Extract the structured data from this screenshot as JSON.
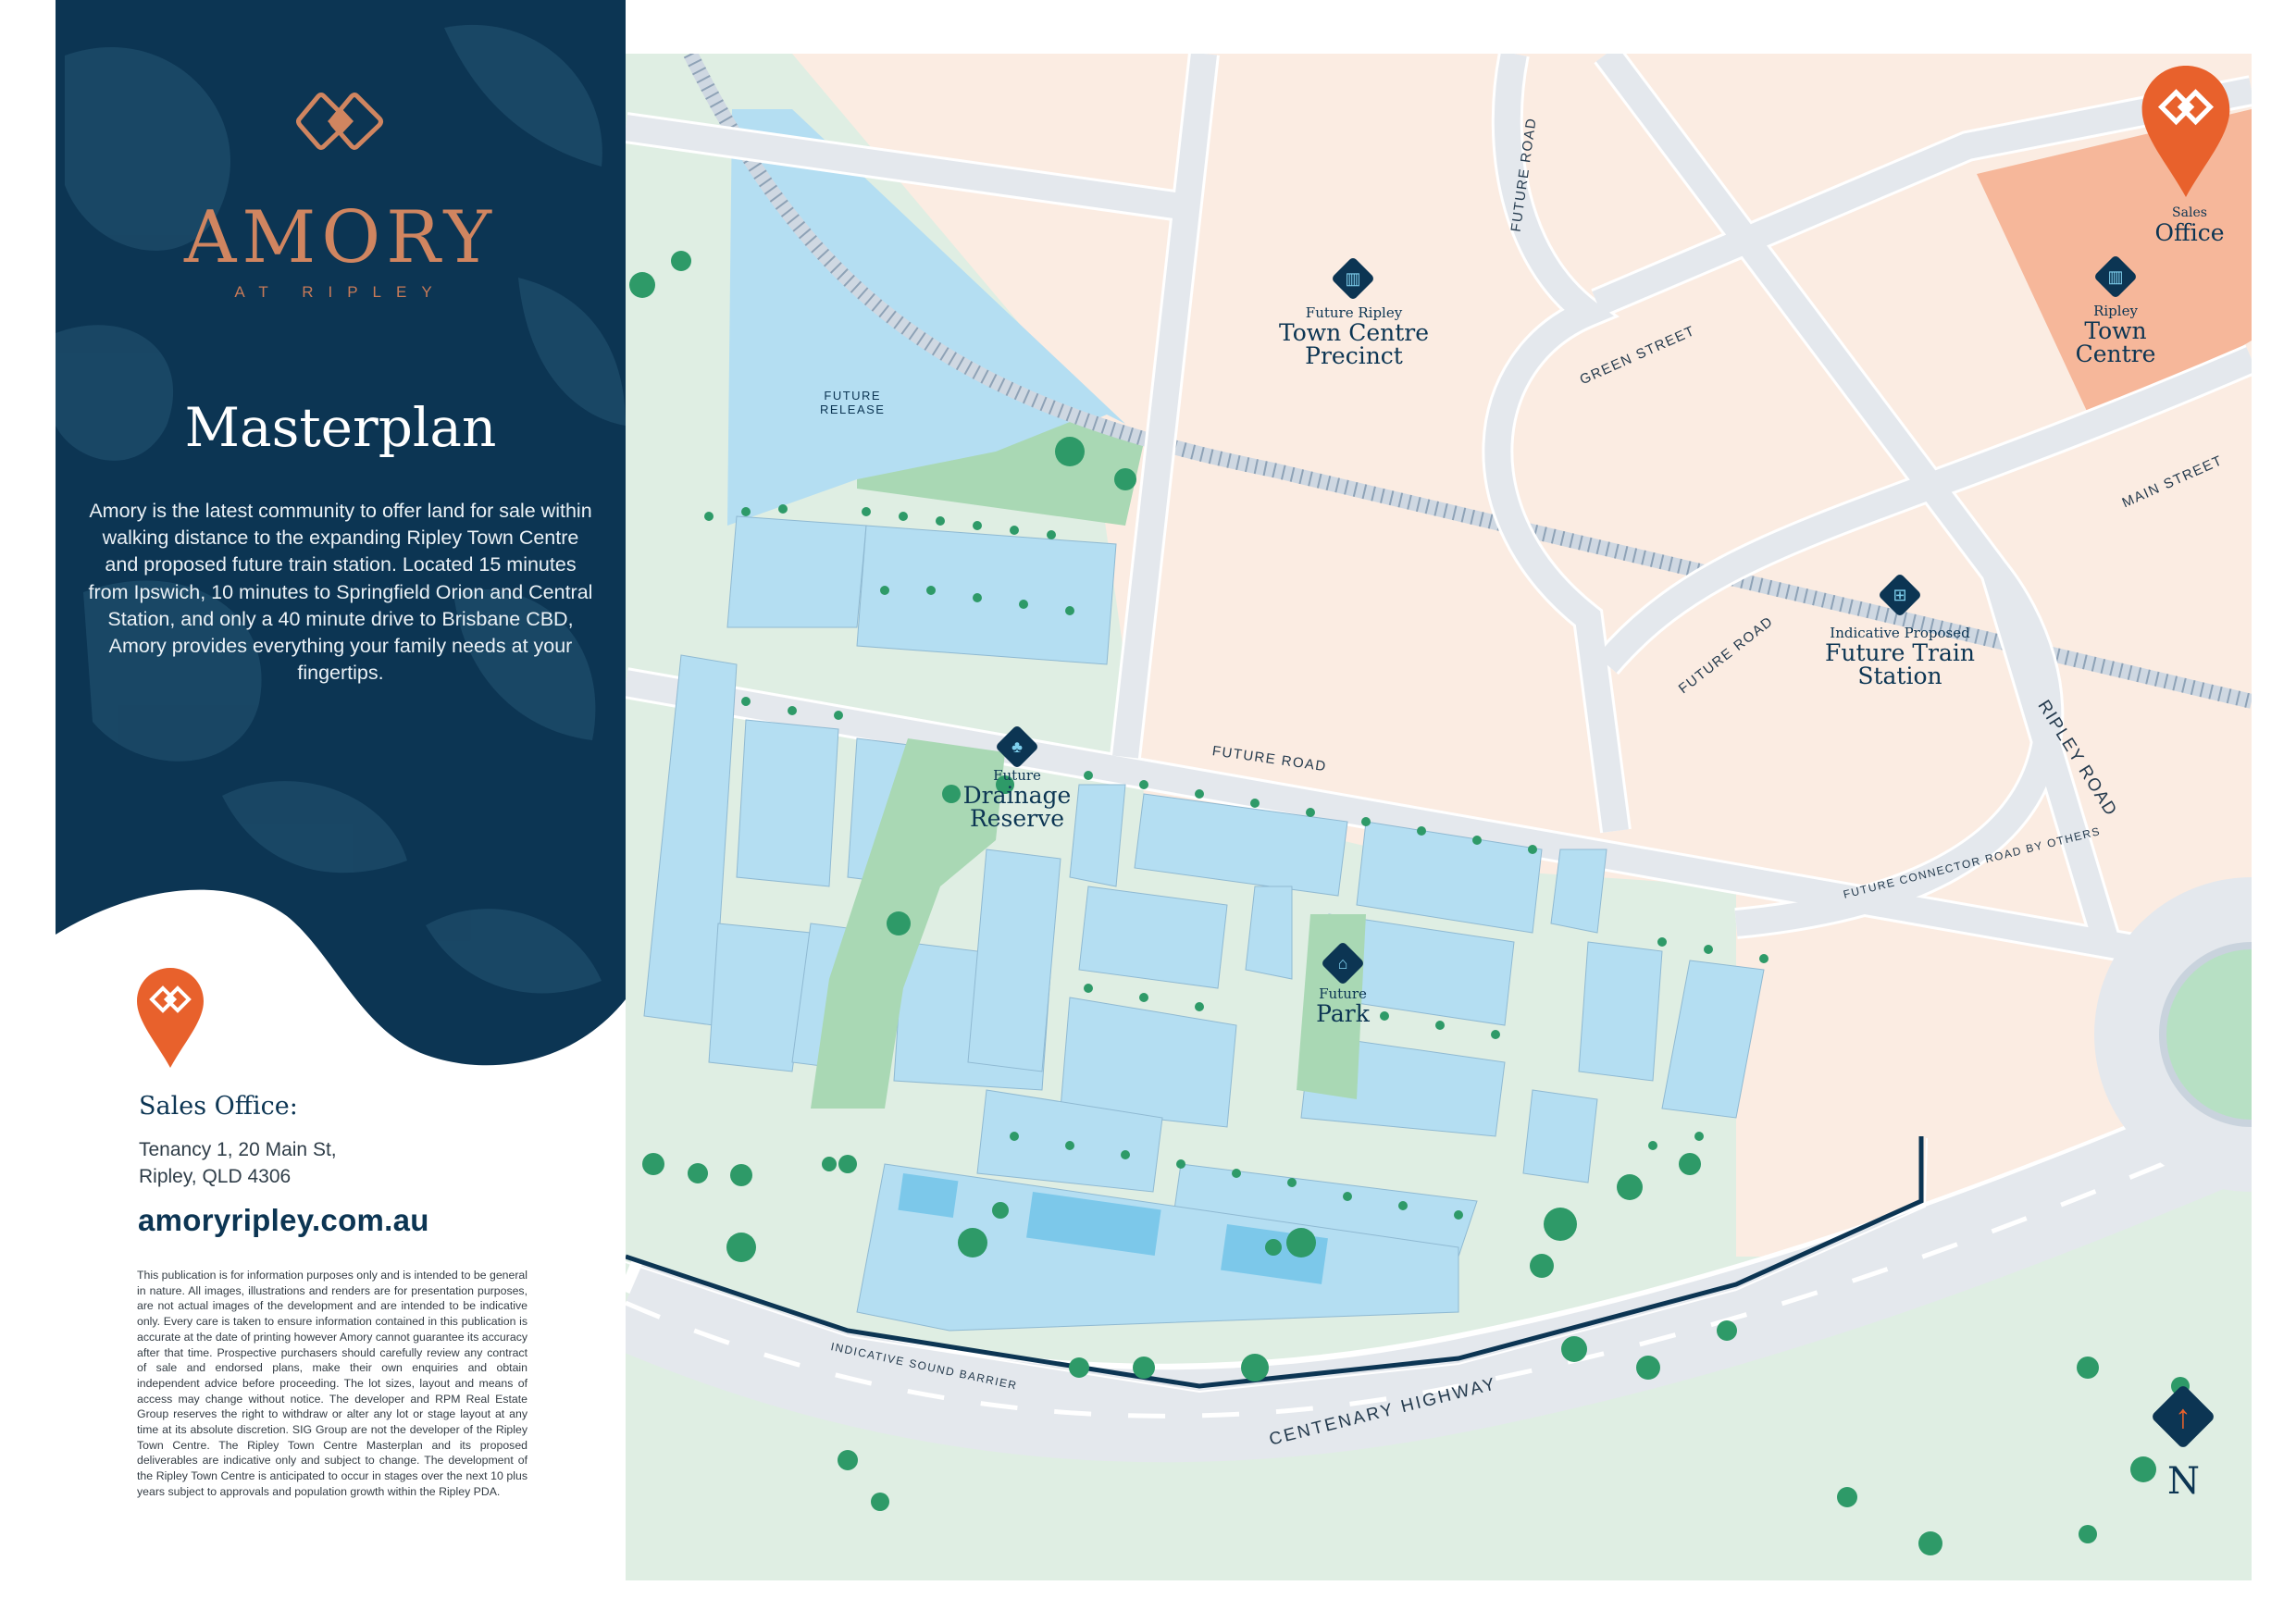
{
  "brand": {
    "name": "AMORY",
    "subtitle": "AT RIPLEY",
    "accent_color": "#d08560",
    "panel_color": "#0c3553",
    "pin_color": "#e8612c"
  },
  "page": {
    "title": "Masterplan",
    "intro": "Amory is the latest community to offer land for sale within walking distance to the expanding Ripley Town Centre and proposed future train station. Located 15 minutes from Ipswich, 10 minutes to Springfield Orion and Central Station, and only a 40 minute drive to Brisbane CBD, Amory provides everything your family needs at your fingertips."
  },
  "sales_office": {
    "heading": "Sales Office:",
    "address_line1": "Tenancy 1, 20 Main St,",
    "address_line2": "Ripley, QLD 4306",
    "website": "amoryripley.com.au"
  },
  "disclaimer": "This publication is for information purposes only and is intended to be general in nature. All images, illustrations and renders are for presentation purposes, are not actual images of the development and are intended to be indicative only. Every care is taken to ensure information contained in this publication is accurate at the date of printing however Amory cannot guarantee its accuracy after that time. Prospective purchasers should carefully review any contract of sale and endorsed plans, make their own enquiries and obtain independent advice before proceeding. The lot sizes, layout and means of access may change without notice. The developer and RPM Real Estate Group reserves the right to withdraw or alter any lot or stage layout at any time at its absolute discretion. SIG Group are not the developer of the Ripley Town Centre. The Ripley Town Centre Masterplan and its proposed deliverables are indicative only and subject to change. The development of the Ripley Town Centre is anticipated to occur in stages over the next 10 plus years subject to approvals and population growth within the Ripley PDA.",
  "map": {
    "colors": {
      "lots": "#b4def2",
      "lots_dark": "#7cc8ea",
      "town_centre_land": "#fbece2",
      "ripley_town_centre": "#f6b79a",
      "parkland": "#dff0e4",
      "reserve": "#a9d8b4",
      "road": "#e4e8ed",
      "tree": "#2e9a68"
    },
    "landmarks": {
      "future_release": {
        "line1": "FUTURE",
        "line2": "RELEASE"
      },
      "town_centre_precinct": {
        "small": "Future Ripley",
        "line1": "Town Centre",
        "line2": "Precinct",
        "icon": "building-icon"
      },
      "sales_office": {
        "small": "Sales",
        "large": "Office",
        "icon": "map-pin-icon"
      },
      "ripley_town_centre": {
        "small": "Ripley",
        "line1": "Town",
        "line2": "Centre",
        "icon": "building-icon"
      },
      "train_station": {
        "small": "Indicative Proposed",
        "line1": "Future Train",
        "line2": "Station",
        "icon": "train-icon"
      },
      "drainage_reserve": {
        "small": "Future",
        "line1": "Drainage",
        "line2": "Reserve",
        "icon": "tree-icon"
      },
      "park": {
        "small": "Future",
        "large": "Park",
        "icon": "playground-icon"
      }
    },
    "roads": {
      "future_road_main": "FUTURE ROAD",
      "future_road_north": "FUTURE ROAD",
      "future_road_station": "FUTURE ROAD",
      "green_street": "GREEN STREET",
      "main_street": "MAIN STREET",
      "ripley_road": "RIPLEY ROAD",
      "connector": "FUTURE CONNECTOR ROAD BY OTHERS",
      "sound_barrier": "INDICATIVE SOUND BARRIER",
      "highway": "CENTENARY HIGHWAY"
    },
    "compass": {
      "label": "N",
      "icon": "north-arrow-icon"
    }
  }
}
